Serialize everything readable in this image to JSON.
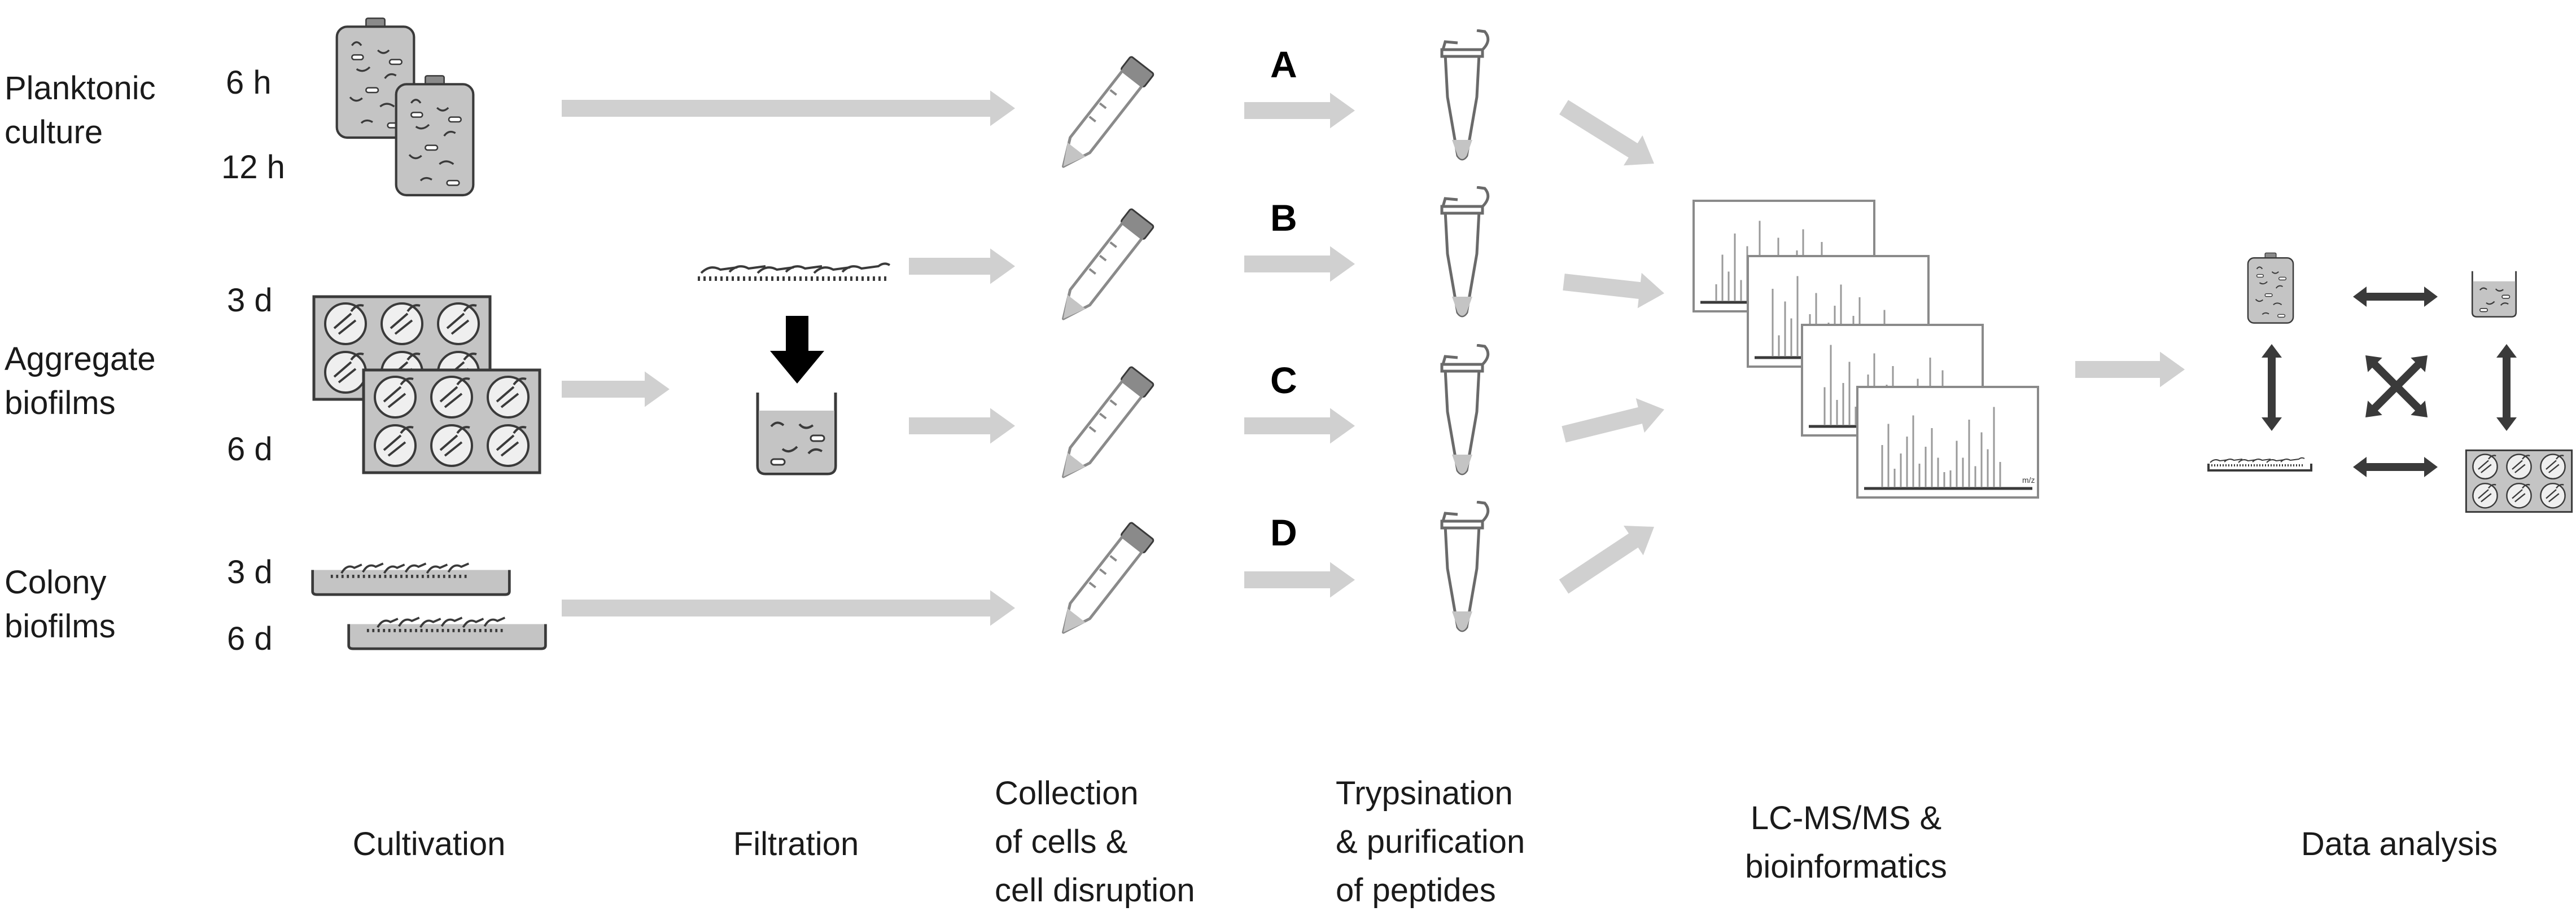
{
  "rows": {
    "planktonic": {
      "line1": "Planktonic",
      "line2": "culture",
      "t1": "6 h",
      "t2": "12 h"
    },
    "aggregate": {
      "line1": "Aggregate",
      "line2": "biofilms",
      "t1": "3 d",
      "t2": "6 d"
    },
    "colony": {
      "line1": "Colony",
      "line2": "biofilms",
      "t1": "3 d",
      "t2": "6 d"
    }
  },
  "letters": [
    "A",
    "B",
    "C",
    "D"
  ],
  "ms_axis_label": "m/z",
  "stages": {
    "cultivation": "Cultivation",
    "filtration": "Filtration",
    "collection": [
      "Collection",
      "of cells &",
      "cell disruption"
    ],
    "trypsination": [
      "Trypsination",
      "& purification",
      "of peptides"
    ],
    "lcms": [
      "LC-MS/MS &",
      "bioinformatics"
    ],
    "data_analysis": "Data analysis"
  },
  "icons": {
    "culture_bottle": "culture-bottle-icon",
    "well_plate": "well-plate-icon",
    "petri_dish": "colony-petri-dish-icon",
    "filter_membrane": "filter-membrane-icon",
    "beaker": "filtrate-beaker-icon",
    "falcon_tube": "falcon-tube-icon",
    "eppendorf_tube": "eppendorf-tube-icon",
    "ms_spectrum": "mass-spectrum-icon"
  },
  "colors": {
    "flow_arrow": "#d0d0d0",
    "icon_fill": "#c4c4c4",
    "outline": "#3a3a3a",
    "dark_arrow": "#3a3a3a"
  }
}
